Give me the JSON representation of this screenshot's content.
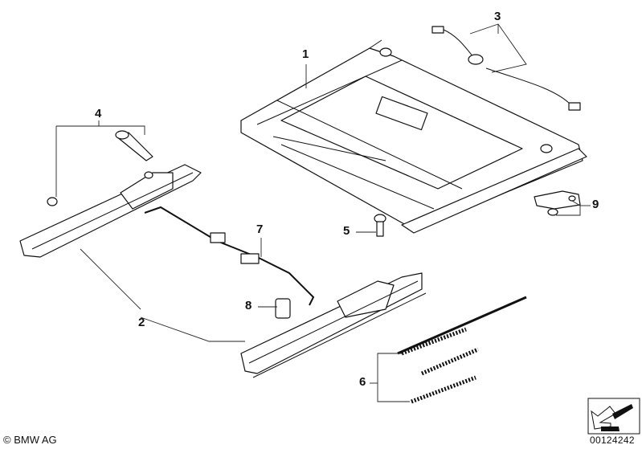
{
  "callouts": {
    "p1": "1",
    "p2": "2",
    "p3": "3",
    "p4": "4",
    "p5": "5",
    "p6": "6",
    "p7": "7",
    "p8": "8",
    "p9": "9"
  },
  "footer": {
    "copyright": "© BMW AG",
    "document_number": "00124242"
  }
}
